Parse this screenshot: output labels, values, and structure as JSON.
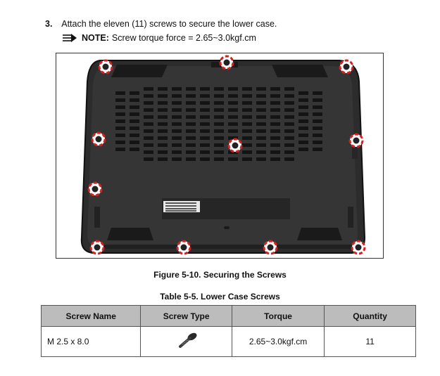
{
  "step": {
    "number": "3.",
    "text": "Attach the eleven (11) screws to secure the lower case."
  },
  "note": {
    "label": "NOTE:",
    "text": "Screw torque force = 2.65~3.0kgf.cm",
    "icon": "note-arrow-icon"
  },
  "figure": {
    "caption": "Figure 5-10.   Securing the Screws",
    "screw_count": 11,
    "marker_color": "#d62020"
  },
  "table": {
    "caption": "Table 5-5. Lower Case Screws",
    "headers": [
      "Screw Name",
      "Screw Type",
      "Torque",
      "Quantity"
    ],
    "rows": [
      {
        "name": "M 2.5 x 8.0",
        "type_icon": "screw-icon",
        "torque": "2.65~3.0kgf.cm",
        "quantity": "11"
      }
    ],
    "header_color": "#bcbcbc"
  }
}
